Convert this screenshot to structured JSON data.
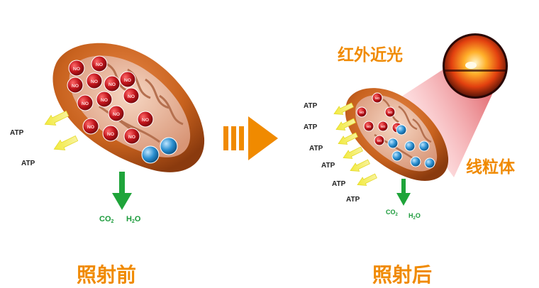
{
  "before": {
    "caption": "照射前",
    "no_label": "NO",
    "atp": [
      "ATP",
      "ATP"
    ],
    "co2": "CO",
    "co2_sub": "2",
    "h2o_h": "H",
    "h2o_sub": "2",
    "h2o_o": "O"
  },
  "after": {
    "caption": "照射后",
    "no_label": "NO",
    "atp": [
      "ATP",
      "ATP",
      "ATP",
      "ATP",
      "ATP",
      "ATP"
    ],
    "co2": "CO",
    "co2_sub": "2",
    "h2o_h": "H",
    "h2o_sub": "2",
    "h2o_o": "O"
  },
  "labels": {
    "nir": "红外近光",
    "mitochondria": "线粒体"
  },
  "colors": {
    "accent": "#f08a00",
    "no_molecule": "#c0141b",
    "blue_molecule": "#2a8fd0",
    "atp_arrow": "#f2ea3c",
    "gas_arrow": "#1fa43a",
    "mito_shell": "#c8621e",
    "light_beam": "#d22b33"
  },
  "icons": {
    "transition": "triple-bar-arrow-icon",
    "sun": "sunset-sphere-icon"
  }
}
